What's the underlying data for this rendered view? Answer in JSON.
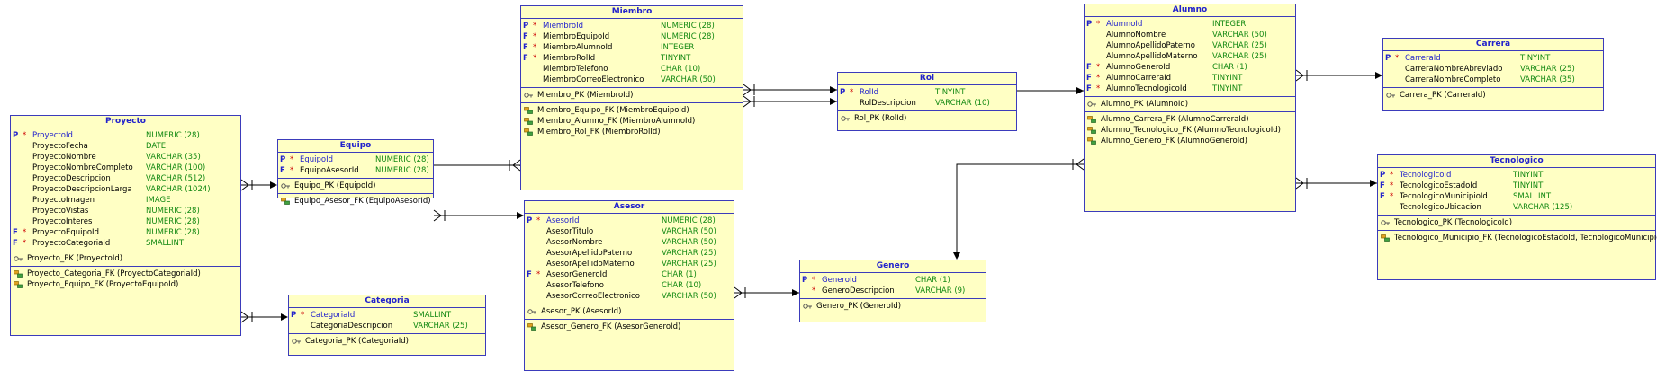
{
  "entities": {
    "proyecto": {
      "title": "Proyecto",
      "columns": [
        {
          "flag": "P",
          "req": "*",
          "name": "ProyectoId",
          "type": "NUMERIC (28)",
          "pk": true
        },
        {
          "flag": "",
          "req": "",
          "name": "ProyectoFecha",
          "type": "DATE",
          "pk": false
        },
        {
          "flag": "",
          "req": "",
          "name": "ProyectoNombre",
          "type": "VARCHAR (35)",
          "pk": false
        },
        {
          "flag": "",
          "req": "",
          "name": "ProyectoNombreCompleto",
          "type": "VARCHAR (100)",
          "pk": false
        },
        {
          "flag": "",
          "req": "",
          "name": "ProyectoDescripcion",
          "type": "VARCHAR (512)",
          "pk": false
        },
        {
          "flag": "",
          "req": "",
          "name": "ProyectoDescripcionLarga",
          "type": "VARCHAR (1024)",
          "pk": false
        },
        {
          "flag": "",
          "req": "",
          "name": "ProyectoImagen",
          "type": "IMAGE",
          "pk": false
        },
        {
          "flag": "",
          "req": "",
          "name": "ProyectoVistas",
          "type": "NUMERIC (28)",
          "pk": false
        },
        {
          "flag": "",
          "req": "",
          "name": "ProyectoInteres",
          "type": "NUMERIC (28)",
          "pk": false
        },
        {
          "flag": "F",
          "req": "*",
          "name": "ProyectoEquipoId",
          "type": "NUMERIC (28)",
          "pk": false
        },
        {
          "flag": "F",
          "req": "*",
          "name": "ProyectoCategoriaId",
          "type": "SMALLINT",
          "pk": false
        }
      ],
      "pk": [
        "Proyecto_PK (ProyectoId)"
      ],
      "fk": [
        "Proyecto_Categoria_FK (ProyectoCategoriaId)",
        "Proyecto_Equipo_FK (ProyectoEquipoId)"
      ]
    },
    "equipo": {
      "title": "Equipo",
      "columns": [
        {
          "flag": "P",
          "req": "*",
          "name": "EquipoId",
          "type": "NUMERIC (28)",
          "pk": true
        },
        {
          "flag": "F",
          "req": "*",
          "name": "EquipoAsesorId",
          "type": "NUMERIC (28)",
          "pk": false
        }
      ],
      "pk": [
        "Equipo_PK (EquipoId)"
      ],
      "fk": [
        "Equipo_Asesor_FK (EquipoAsesorId)"
      ]
    },
    "categoria": {
      "title": "Categoria",
      "columns": [
        {
          "flag": "P",
          "req": "*",
          "name": "CategoriaId",
          "type": "SMALLINT",
          "pk": true
        },
        {
          "flag": "",
          "req": "",
          "name": "CategoriaDescripcion",
          "type": "VARCHAR (25)",
          "pk": false
        }
      ],
      "pk": [
        "Categoria_PK (CategoriaId)"
      ],
      "fk": []
    },
    "miembro": {
      "title": "Miembro",
      "columns": [
        {
          "flag": "P",
          "req": "*",
          "name": "MiembroId",
          "type": "NUMERIC (28)",
          "pk": true
        },
        {
          "flag": "F",
          "req": "*",
          "name": "MiembroEquipoId",
          "type": "NUMERIC (28)",
          "pk": false
        },
        {
          "flag": "F",
          "req": "*",
          "name": "MiembroAlumnoId",
          "type": "INTEGER",
          "pk": false
        },
        {
          "flag": "F",
          "req": "*",
          "name": "MiembroRolId",
          "type": "TINYINT",
          "pk": false
        },
        {
          "flag": "",
          "req": "",
          "name": "MiembroTelefono",
          "type": "CHAR (10)",
          "pk": false
        },
        {
          "flag": "",
          "req": "",
          "name": "MiembroCorreoElectronico",
          "type": "VARCHAR (50)",
          "pk": false
        }
      ],
      "pk": [
        "Miembro_PK (MiembroId)"
      ],
      "fk": [
        "Miembro_Equipo_FK (MiembroEquipoId)",
        "Miembro_Alumno_FK (MiembroAlumnoId)",
        "Miembro_Rol_FK (MiembroRolId)"
      ]
    },
    "asesor": {
      "title": "Asesor",
      "columns": [
        {
          "flag": "P",
          "req": "*",
          "name": "AsesorId",
          "type": "NUMERIC (28)",
          "pk": true
        },
        {
          "flag": "",
          "req": "",
          "name": "AsesorTitulo",
          "type": "VARCHAR (50)",
          "pk": false
        },
        {
          "flag": "",
          "req": "",
          "name": "AsesorNombre",
          "type": "VARCHAR (50)",
          "pk": false
        },
        {
          "flag": "",
          "req": "",
          "name": "AsesorApellidoPaterno",
          "type": "VARCHAR (25)",
          "pk": false
        },
        {
          "flag": "",
          "req": "",
          "name": "AsesorApellidoMaterno",
          "type": "VARCHAR (25)",
          "pk": false
        },
        {
          "flag": "F",
          "req": "*",
          "name": "AsesorGeneroId",
          "type": "CHAR (1)",
          "pk": false
        },
        {
          "flag": "",
          "req": "",
          "name": "AsesorTelefono",
          "type": "CHAR (10)",
          "pk": false
        },
        {
          "flag": "",
          "req": "",
          "name": "AsesorCorreoElectronico",
          "type": "VARCHAR (50)",
          "pk": false
        }
      ],
      "pk": [
        "Asesor_PK (AsesorId)"
      ],
      "fk": [
        "Asesor_Genero_FK (AsesorGeneroId)"
      ]
    },
    "rol": {
      "title": "Rol",
      "columns": [
        {
          "flag": "P",
          "req": "*",
          "name": "RolId",
          "type": "TINYINT",
          "pk": true
        },
        {
          "flag": "",
          "req": "",
          "name": "RolDescripcion",
          "type": "VARCHAR (10)",
          "pk": false
        }
      ],
      "pk": [
        "Rol_PK (RolId)"
      ],
      "fk": []
    },
    "genero": {
      "title": "Genero",
      "columns": [
        {
          "flag": "P",
          "req": "*",
          "name": "GeneroId",
          "type": "CHAR (1)",
          "pk": true
        },
        {
          "flag": "",
          "req": "*",
          "name": "GeneroDescripcion",
          "type": "VARCHAR (9)",
          "pk": false
        }
      ],
      "pk": [
        "Genero_PK (GeneroId)"
      ],
      "fk": []
    },
    "alumno": {
      "title": "Alumno",
      "columns": [
        {
          "flag": "P",
          "req": "*",
          "name": "AlumnoId",
          "type": "INTEGER",
          "pk": true
        },
        {
          "flag": "",
          "req": "",
          "name": "AlumnoNombre",
          "type": "VARCHAR (50)",
          "pk": false
        },
        {
          "flag": "",
          "req": "",
          "name": "AlumnoApellidoPaterno",
          "type": "VARCHAR (25)",
          "pk": false
        },
        {
          "flag": "",
          "req": "",
          "name": "AlumnoApellidoMaterno",
          "type": "VARCHAR (25)",
          "pk": false
        },
        {
          "flag": "F",
          "req": "*",
          "name": "AlumnoGeneroId",
          "type": "CHAR (1)",
          "pk": false
        },
        {
          "flag": "F",
          "req": "*",
          "name": "AlumnoCarreraId",
          "type": "TINYINT",
          "pk": false
        },
        {
          "flag": "F",
          "req": "*",
          "name": "AlumnoTecnologicoId",
          "type": "TINYINT",
          "pk": false
        }
      ],
      "pk": [
        "Alumno_PK (AlumnoId)"
      ],
      "fk": [
        "Alumno_Carrera_FK (AlumnoCarreraId)",
        "Alumno_Tecnologico_FK (AlumnoTecnologicoId)",
        "Alumno_Genero_FK (AlumnoGeneroId)"
      ]
    },
    "carrera": {
      "title": "Carrera",
      "columns": [
        {
          "flag": "P",
          "req": "*",
          "name": "CarreraId",
          "type": "TINYINT",
          "pk": true
        },
        {
          "flag": "",
          "req": "",
          "name": "CarreraNombreAbreviado",
          "type": "VARCHAR (25)",
          "pk": false
        },
        {
          "flag": "",
          "req": "",
          "name": "CarreraNombreCompleto",
          "type": "VARCHAR (35)",
          "pk": false
        }
      ],
      "pk": [
        "Carrera_PK (CarreraId)"
      ],
      "fk": []
    },
    "tecnologico": {
      "title": "Tecnologico",
      "columns": [
        {
          "flag": "P",
          "req": "*",
          "name": "TecnologicoId",
          "type": "TINYINT",
          "pk": true
        },
        {
          "flag": "F",
          "req": "*",
          "name": "TecnologicoEstadoId",
          "type": "TINYINT",
          "pk": false
        },
        {
          "flag": "F",
          "req": "*",
          "name": "TecnologicoMunicipioId",
          "type": "SMALLINT",
          "pk": false
        },
        {
          "flag": "",
          "req": "",
          "name": "TecnologicoUbicacion",
          "type": "VARCHAR (125)",
          "pk": false
        }
      ],
      "pk": [
        "Tecnologico_PK (TecnologicoId)"
      ],
      "fk": [
        "Tecnologico_Municipio_FK (TecnologicoEstadoId, TecnologicoMunicipioId)"
      ]
    }
  },
  "colors": {
    "entity_fill": "#ffffc4",
    "border": "#3b3bbb",
    "title": "#2222cc",
    "type": "#118811",
    "required": "#cc0000",
    "line": "#000000"
  },
  "icons": {
    "pk_key": "key-icon",
    "fk_key": "foreign-key-icon"
  }
}
